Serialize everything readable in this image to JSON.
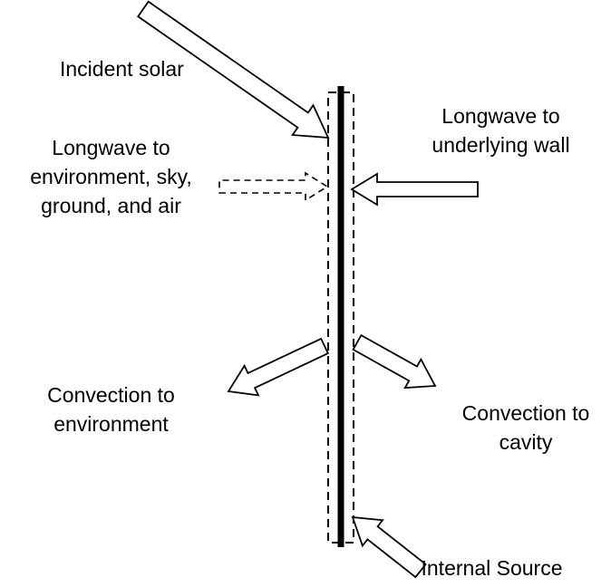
{
  "labels": {
    "incident_solar": [
      "Incident solar"
    ],
    "longwave_underlying": [
      "Longwave to",
      "underlying wall"
    ],
    "longwave_environment": [
      "Longwave to",
      "environment, sky,",
      "ground, and air"
    ],
    "convection_environment": [
      "Convection to",
      "environment"
    ],
    "convection_cavity": [
      "Convection to",
      "cavity"
    ],
    "internal_source": [
      "Internal Source"
    ]
  },
  "arrows": [
    {
      "name": "incident-solar-arrow",
      "style": "solid-outline",
      "direction": "from-upper-left-toward-surface"
    },
    {
      "name": "longwave-underlying-wall-arrow",
      "style": "solid-outline",
      "direction": "from-right-toward-surface"
    },
    {
      "name": "longwave-environment-arrow",
      "style": "dashed-outline",
      "direction": "from-left-toward-surface"
    },
    {
      "name": "convection-environment-arrow",
      "style": "solid-outline",
      "direction": "from-surface-toward-lower-left"
    },
    {
      "name": "convection-cavity-arrow",
      "style": "solid-outline",
      "direction": "from-surface-toward-lower-right"
    },
    {
      "name": "internal-source-arrow",
      "style": "solid-outline",
      "direction": "from-lower-right-toward-surface"
    }
  ],
  "surface": {
    "type": "vertical-wall-with-dashed-boundary",
    "line_color": "#000000",
    "boundary_style": "dashed"
  },
  "colors": {
    "background": "#ffffff",
    "line": "#000000",
    "arrow_fill": "#ffffff"
  }
}
